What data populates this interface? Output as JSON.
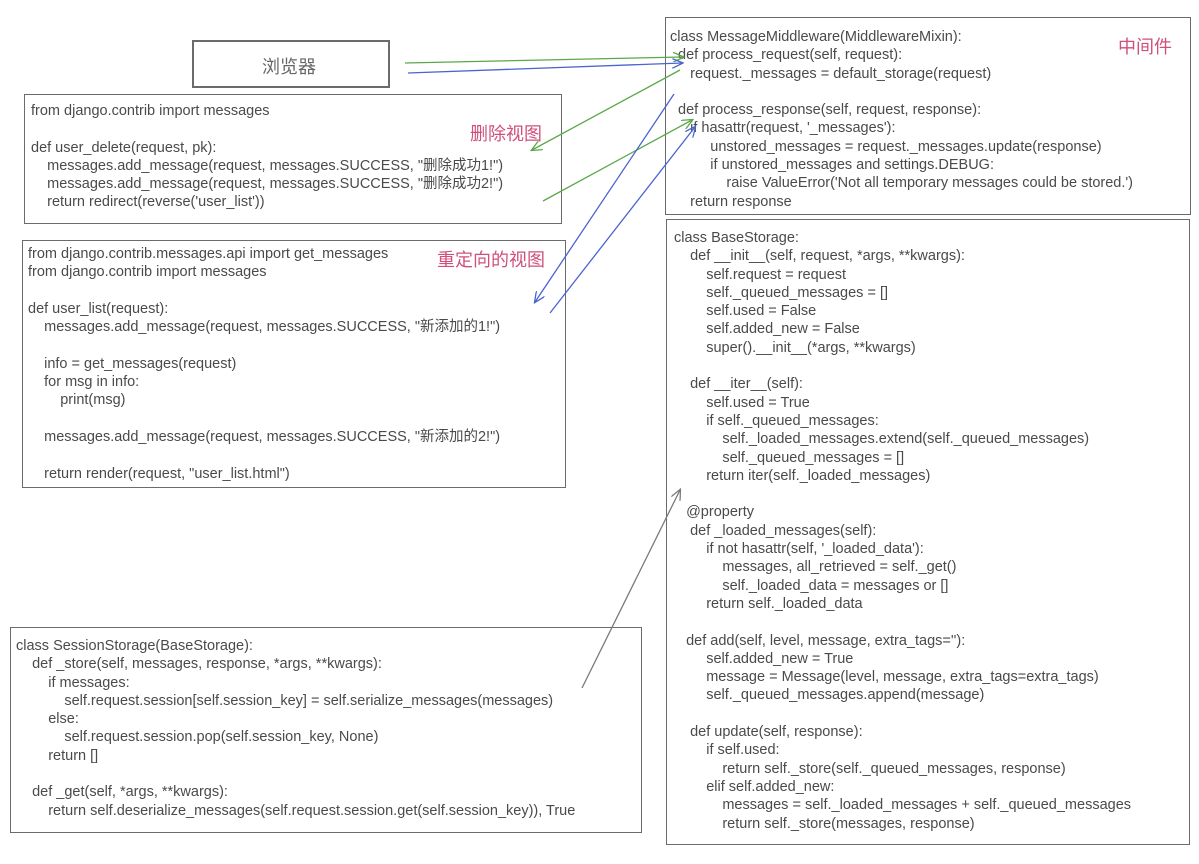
{
  "browser": {
    "label": "浏览器"
  },
  "middleware": {
    "label": "中间件",
    "lines": [
      "class MessageMiddleware(MiddlewareMixin):",
      "  def process_request(self, request):",
      "     request._messages = default_storage(request)",
      "",
      "  def process_response(self, request, response):",
      "     if hasattr(request, '_messages'):",
      "          unstored_messages = request._messages.update(response)",
      "          if unstored_messages and settings.DEBUG:",
      "              raise ValueError('Not all temporary messages could be stored.')",
      "     return response"
    ]
  },
  "delete_view": {
    "label": "删除视图",
    "lines": [
      "from django.contrib import messages",
      "",
      "def user_delete(request, pk):",
      "    messages.add_message(request, messages.SUCCESS, \"删除成功1!\")",
      "    messages.add_message(request, messages.SUCCESS, \"删除成功2!\")",
      "    return redirect(reverse('user_list'))"
    ]
  },
  "redirect_view": {
    "label": "重定向的视图",
    "lines": [
      "from django.contrib.messages.api import get_messages",
      "from django.contrib import messages",
      "",
      "def user_list(request):",
      "    messages.add_message(request, messages.SUCCESS, \"新添加的1!\")",
      "",
      "    info = get_messages(request)",
      "    for msg in info:",
      "        print(msg)",
      "",
      "    messages.add_message(request, messages.SUCCESS, \"新添加的2!\")",
      "",
      "    return render(request, \"user_list.html\")"
    ]
  },
  "base_storage": {
    "lines": [
      "class BaseStorage:",
      "    def __init__(self, request, *args, **kwargs):",
      "        self.request = request",
      "        self._queued_messages = []",
      "        self.used = False",
      "        self.added_new = False",
      "        super().__init__(*args, **kwargs)",
      "",
      "    def __iter__(self):",
      "        self.used = True",
      "        if self._queued_messages:",
      "            self._loaded_messages.extend(self._queued_messages)",
      "            self._queued_messages = []",
      "        return iter(self._loaded_messages)",
      "",
      "   @property",
      "    def _loaded_messages(self):",
      "        if not hasattr(self, '_loaded_data'):",
      "            messages, all_retrieved = self._get()",
      "            self._loaded_data = messages or []",
      "        return self._loaded_data",
      "",
      "   def add(self, level, message, extra_tags=''):",
      "        self.added_new = True",
      "        message = Message(level, message, extra_tags=extra_tags)",
      "        self._queued_messages.append(message)",
      "",
      "    def update(self, response):",
      "        if self.used:",
      "            return self._store(self._queued_messages, response)",
      "        elif self.added_new:",
      "            messages = self._loaded_messages + self._queued_messages",
      "            return self._store(messages, response)"
    ]
  },
  "session_storage": {
    "lines": [
      "class SessionStorage(BaseStorage):",
      "    def _store(self, messages, response, *args, **kwargs):",
      "        if messages:",
      "            self.request.session[self.session_key] = self.serialize_messages(messages)",
      "        else:",
      "            self.request.session.pop(self.session_key, None)",
      "        return []",
      "",
      "    def _get(self, *args, **kwargs):",
      "        return self.deserialize_messages(self.request.session.get(self.session_key)), True"
    ]
  },
  "colors": {
    "accent_label": "#d0507a",
    "arrow_green": "#5aa84a",
    "arrow_blue": "#4a64d0",
    "arrow_gray": "#7a7a7a",
    "box_border": "#6b6b6b"
  }
}
